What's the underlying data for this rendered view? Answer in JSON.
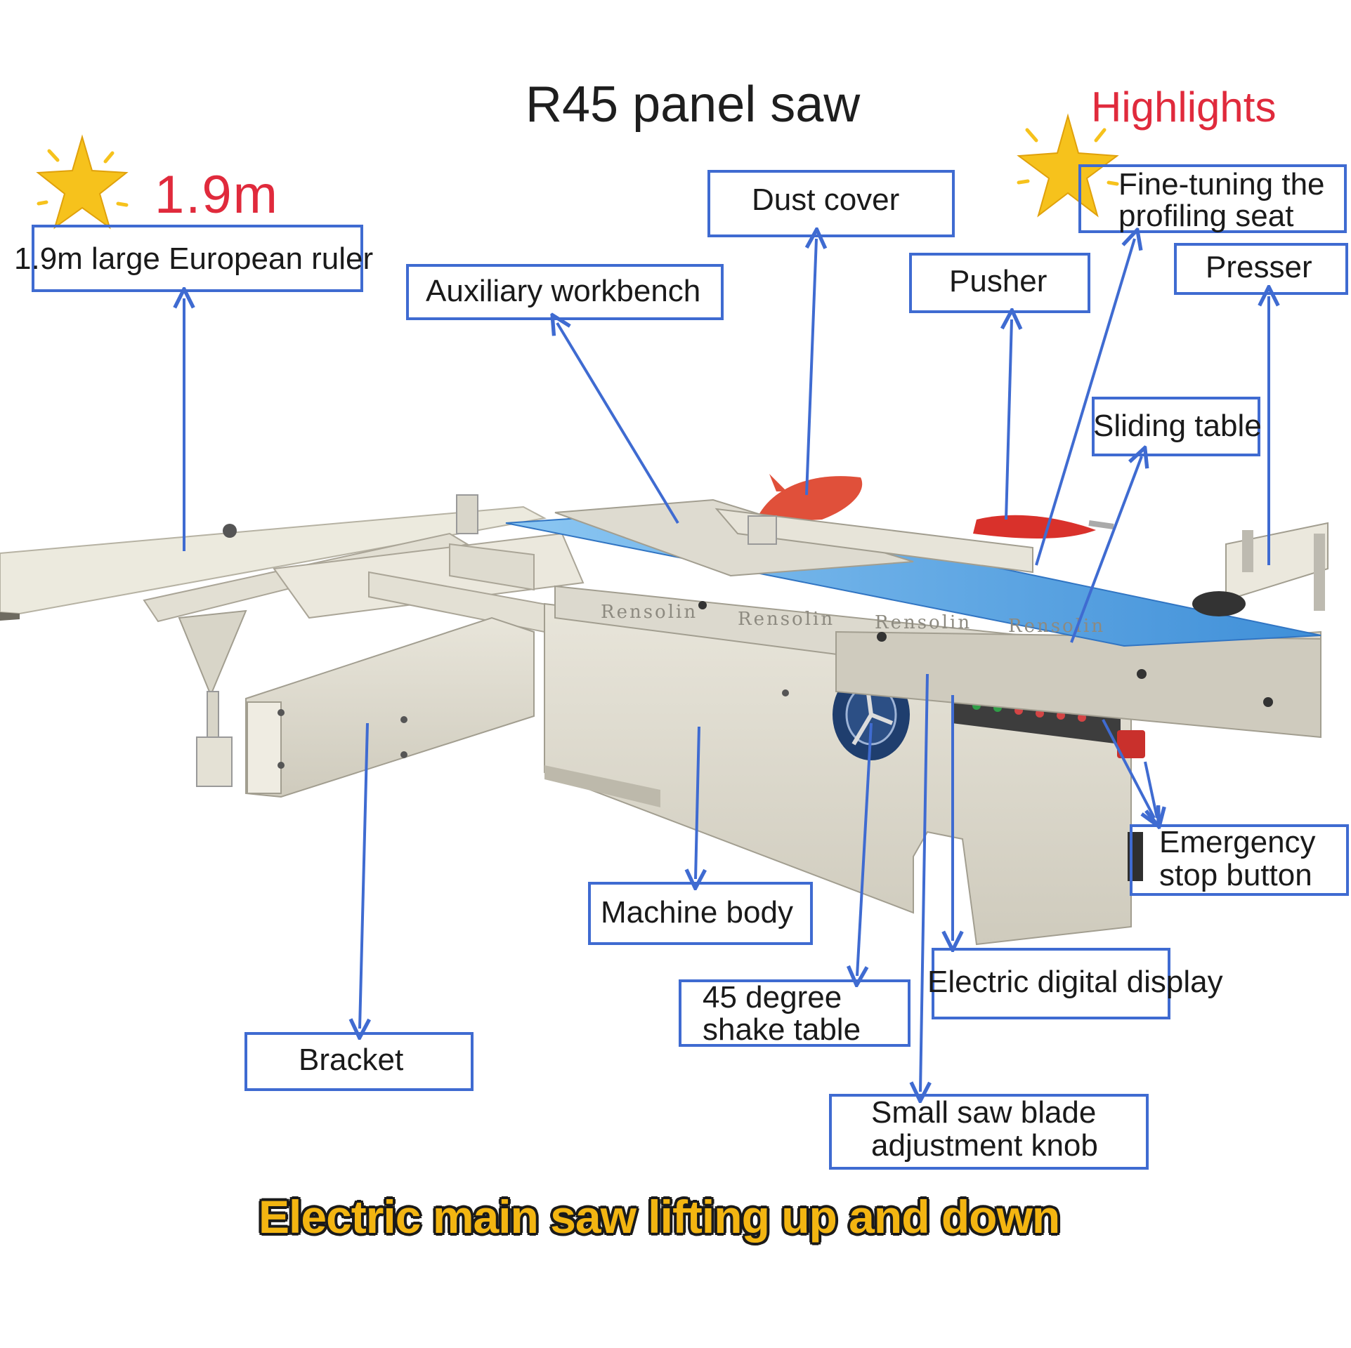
{
  "title": "R45 panel saw",
  "highlights_label": "Highlights",
  "ruler_size": "1.9m",
  "brand": "Rensolin",
  "footer": "Electric main saw lifting up and down",
  "labels": {
    "ruler": "1.9m large European ruler",
    "auxiliary_workbench": "Auxiliary workbench",
    "dust_cover": "Dust cover",
    "pusher": "Pusher",
    "fine_tuning_line1": "Fine-tuning the",
    "fine_tuning_line2": "profiling seat",
    "presser": "Presser",
    "sliding_table": "Sliding table",
    "emergency_line1": "Emergency",
    "emergency_line2": "stop button",
    "machine_body": "Machine body",
    "electric_display": "Electric digital display",
    "shake_table_line1": "45 degree",
    "shake_table_line2": "shake table",
    "bracket": "Bracket",
    "small_blade_line1": "Small saw blade",
    "small_blade_line2": "adjustment knob"
  },
  "colors": {
    "accent_red": "#e02a3c",
    "callout_blue": "#3f6bd1",
    "footer_yellow": "#f3b511",
    "star_yellow": "#f6c21c",
    "table_blue": "#5aa7e6"
  },
  "icons": [
    "sparkle-star-icon"
  ]
}
